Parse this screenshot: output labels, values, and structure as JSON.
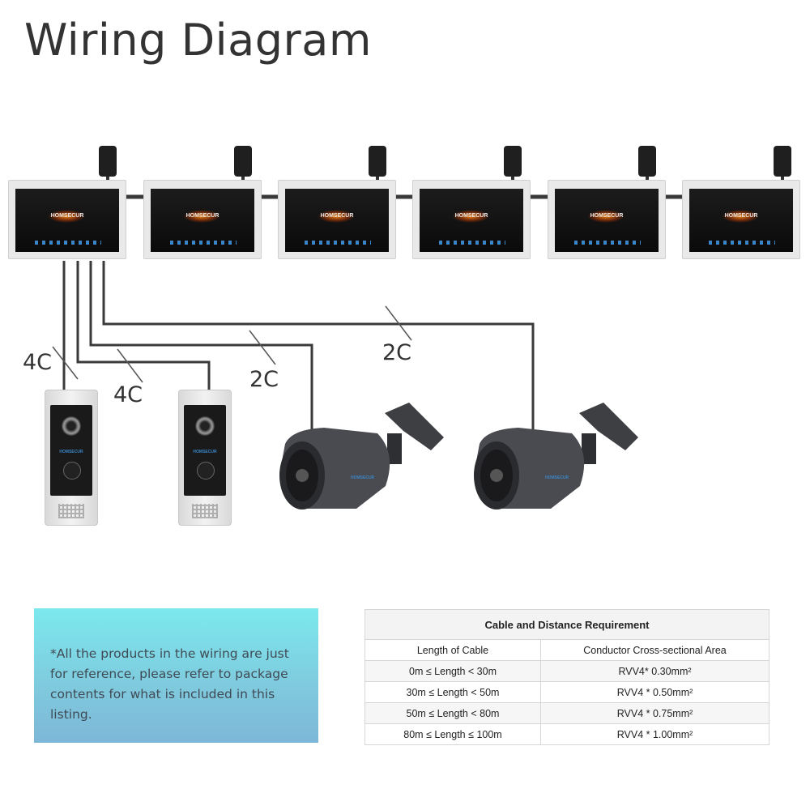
{
  "title": "Wiring Diagram",
  "monitors": {
    "count": 6,
    "brand": "HOMSECUR"
  },
  "cable_labels": {
    "door1": "4C",
    "door2": "4C",
    "cam1": "2C",
    "cam2": "2C"
  },
  "devices": {
    "doorbell_brand": "HOMSECUR",
    "camera_brand": "HOMSECUR"
  },
  "note": "*All the products in the wiring are just for reference, please refer to package contents for what is included in this listing.",
  "table": {
    "title": "Cable and Distance Requirement",
    "headers": [
      "Length of Cable",
      "Conductor Cross-sectional Area"
    ],
    "rows": [
      [
        "0m ≤ Length < 30m",
        "RVV4* 0.30mm²"
      ],
      [
        "30m ≤ Length < 50m",
        "RVV4 * 0.50mm²"
      ],
      [
        "50m ≤ Length < 80m",
        "RVV4 * 0.75mm²"
      ],
      [
        "80m ≤ Length ≤ 100m",
        "RVV4 * 1.00mm²"
      ]
    ]
  },
  "colors": {
    "wire": "#3a3a3a",
    "note_top": "#7ce9ee",
    "note_bottom": "#7db7d8",
    "brand_accent": "#3a86c8"
  }
}
